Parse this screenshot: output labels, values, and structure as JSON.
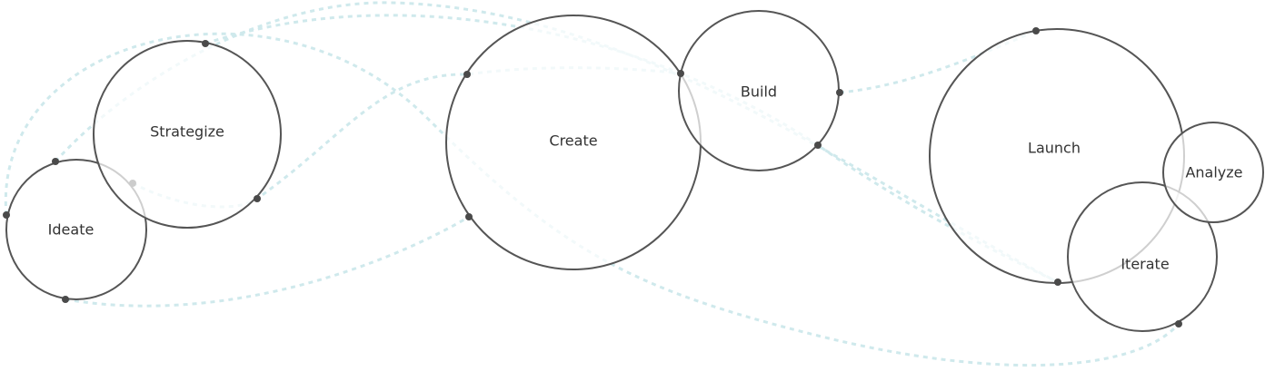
{
  "nodes": [
    {
      "label": "Ideate"
    },
    {
      "label": "Strategize"
    },
    {
      "label": "Create"
    },
    {
      "label": "Build"
    },
    {
      "label": "Launch"
    },
    {
      "label": "Iterate"
    },
    {
      "label": "Analyze"
    }
  ],
  "colors": {
    "link": "#cfe9ec",
    "node_stroke": "#555555",
    "dot": "#4a4a4a"
  }
}
